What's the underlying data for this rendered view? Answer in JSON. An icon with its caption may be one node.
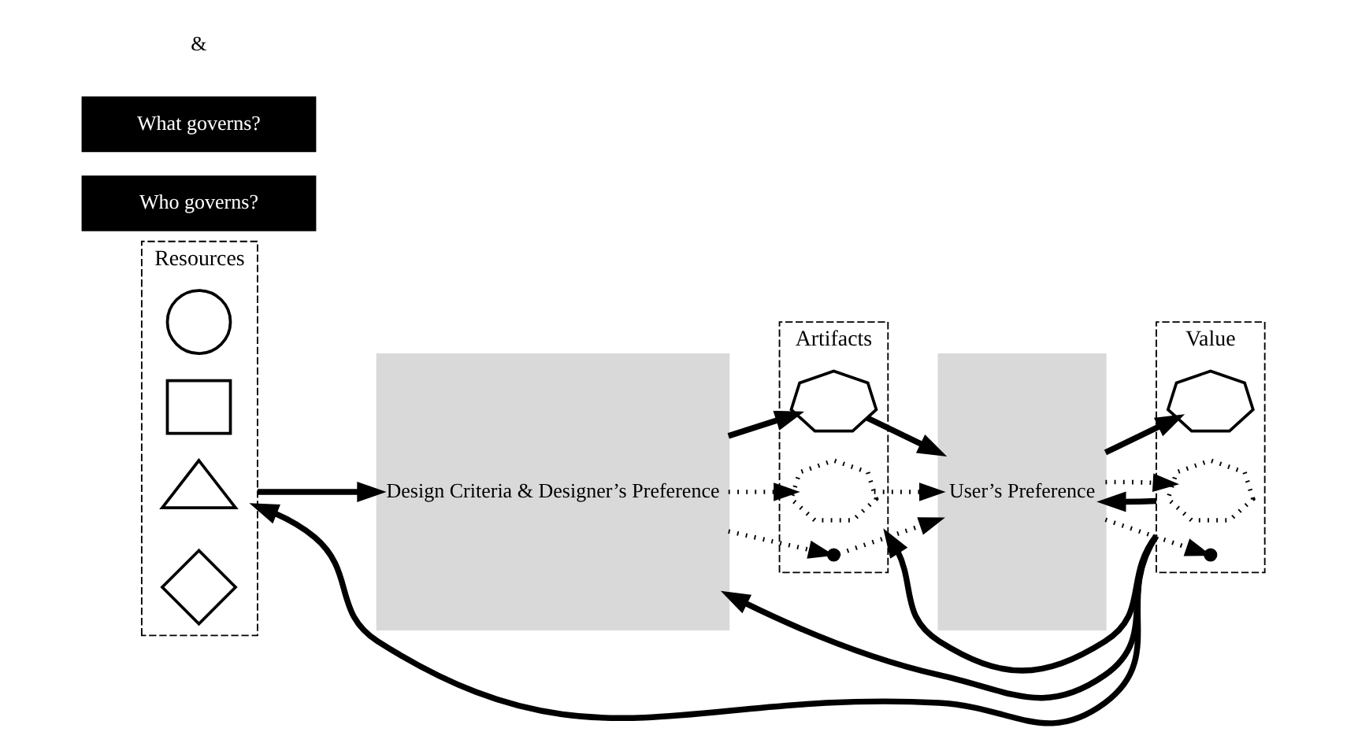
{
  "diagram": {
    "nodes": [
      {
        "text": [
          "Resources"
        ]
      },
      {
        "text": [],
        "shape": "circle",
        "in": 0
      },
      {
        "text": [],
        "shape": "box",
        "in": 0
      },
      {
        "text": [],
        "shape": "triangle",
        "in": 0
      },
      {
        "text": [],
        "shape": "diamond",
        "in": 0
      },
      {
        "text": [
          "Design Criteria & Designer’s Preference"
        ]
      },
      {
        "text": [
          "Artifacts"
        ]
      },
      {
        "text": [],
        "shape": "picture",
        "in": 6
      },
      {
        "text": [],
        "shape": "picture",
        "in": 6
      },
      {
        "text": [],
        "shape": "ellipsis",
        "in": 6
      },
      {
        "text": [
          "User’s Preference"
        ]
      },
      {
        "text": [
          "Value"
        ]
      },
      {
        "text": [],
        "shape": "picture",
        "in": 11
      },
      {
        "text": [],
        "shape": "picture",
        "in": 11
      },
      {
        "text": [],
        "shape": "ellipsis",
        "in": 11
      },
      {
        "text": [
          "Who governs?"
        ]
      },
      {
        "text": [
          "What governs?"
        ]
      }
    ],
    "edges": [
      {
        "from": 0,
        "to": 5,
        "arrow": "to"
      },
      {
        "from": 5,
        "to": 7,
        "arrow": "to"
      },
      {
        "from": 5,
        "to": 8,
        "arrow": "to",
        "style": "dashed"
      },
      {
        "from": 5,
        "to": 9,
        "arrow": "to",
        "style": "dashed"
      },
      {
        "from": 7,
        "to": 10,
        "arrow": "to"
      },
      {
        "from": 8,
        "to": 10,
        "arrow": "to",
        "style": "dashed"
      },
      {
        "from": 9,
        "to": 10,
        "arrow": "to",
        "style": "dashed"
      },
      {
        "from": 10,
        "to": 12,
        "arrow": "to"
      },
      {
        "from": 10,
        "to": 13,
        "arrow": "to",
        "style": "dashed"
      },
      {
        "from": 10,
        "to": 14,
        "arrow": "to",
        "style": "dashed"
      },
      {
        "from": 11,
        "to": 0,
        "arrow": "to"
      },
      {
        "from": 11,
        "to": 5,
        "arrow": "to"
      },
      {
        "from": 11,
        "to": 6,
        "arrow": "to"
      },
      {
        "from": 11,
        "to": 10,
        "arrow": "to"
      }
    ],
    "labels": [
      "&"
    ]
  }
}
